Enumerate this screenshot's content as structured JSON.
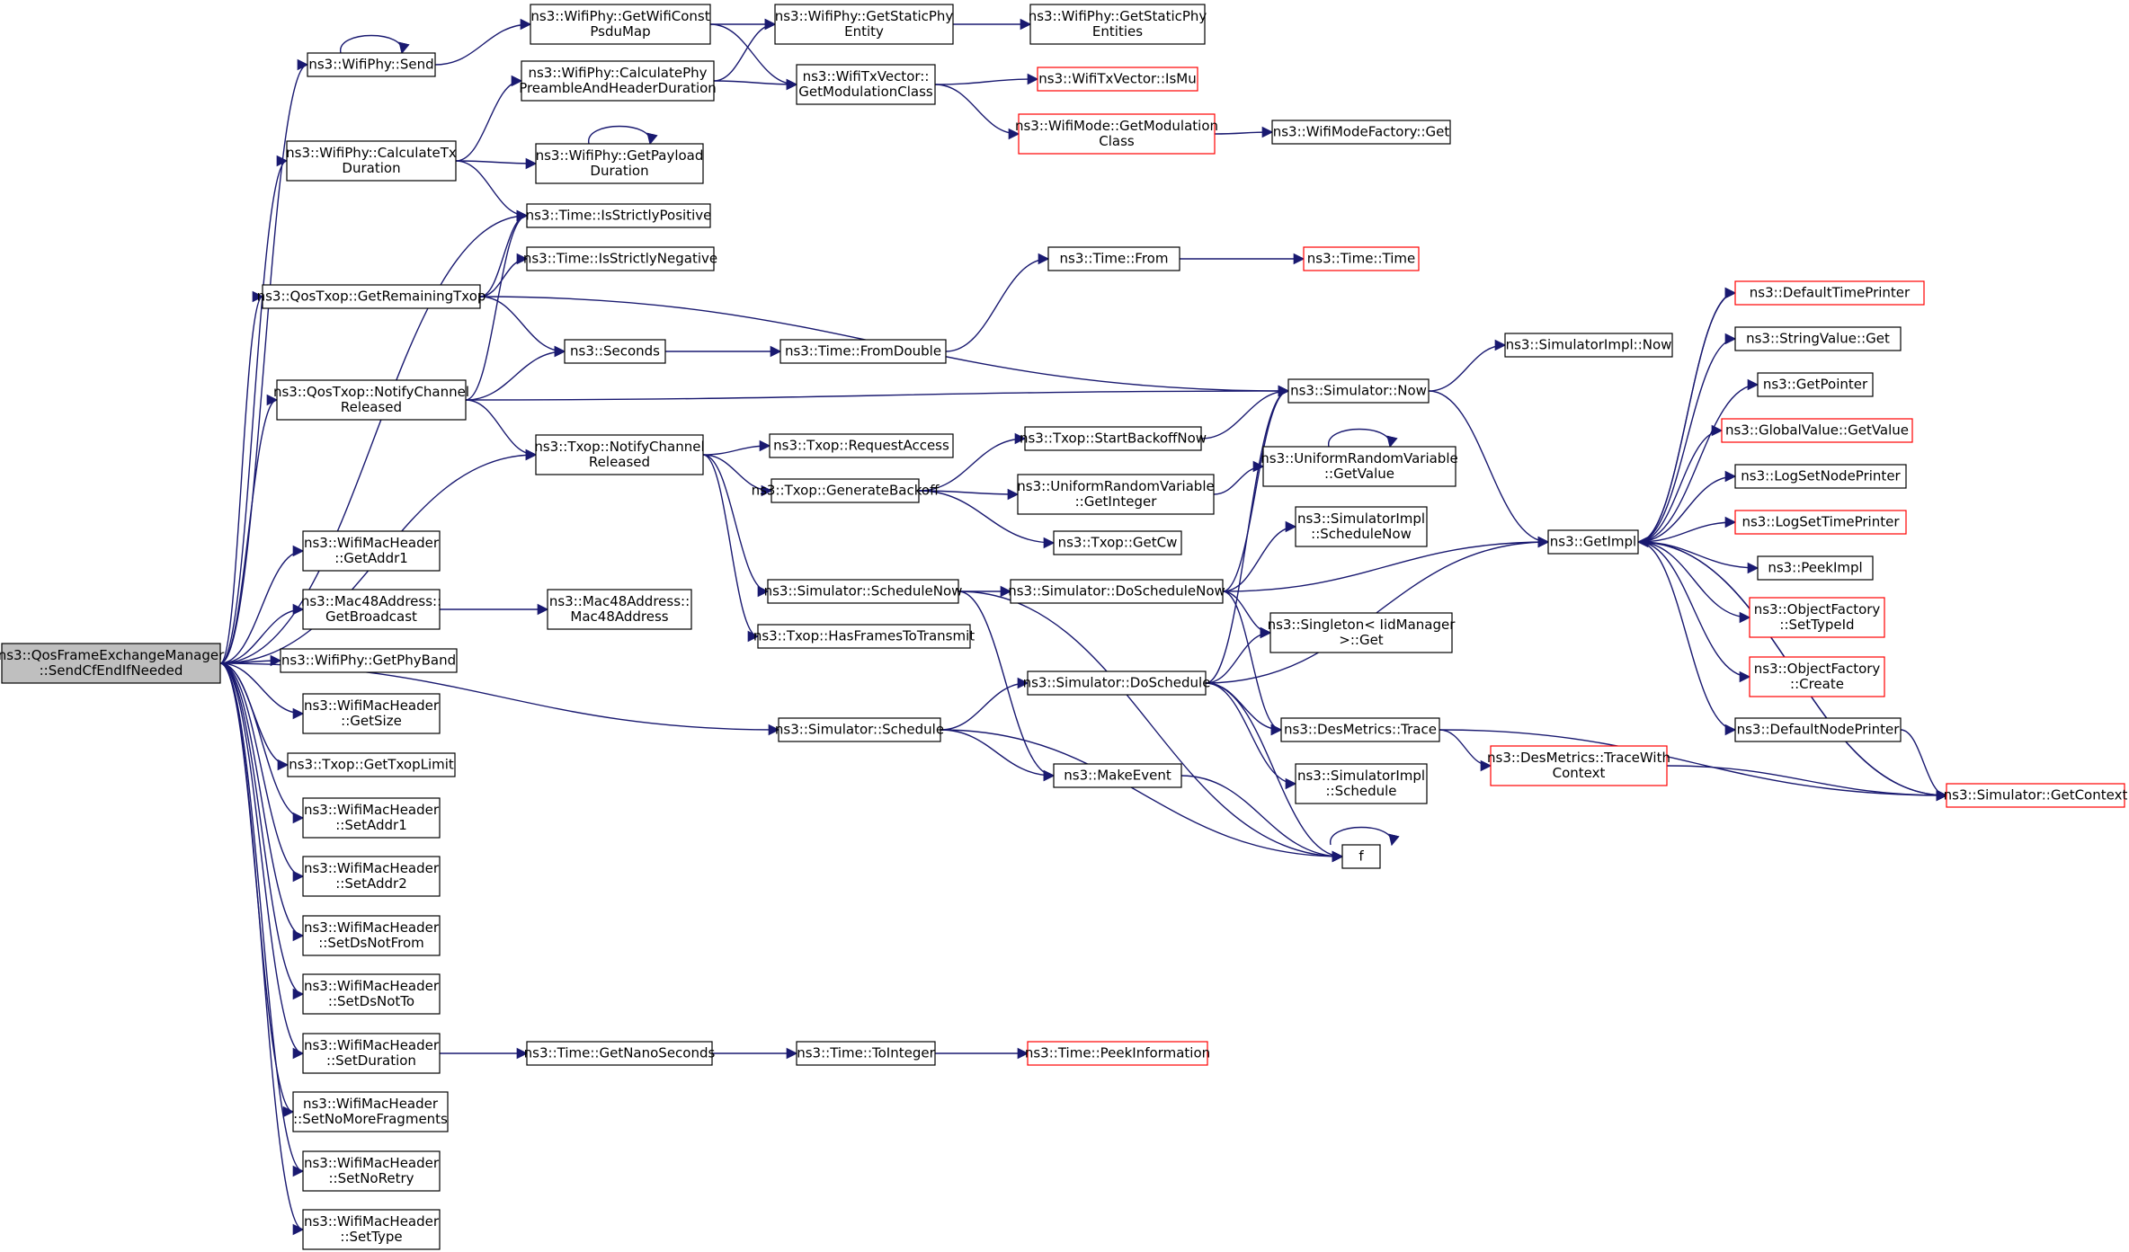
{
  "colors": {
    "edge": "#191970",
    "node_border": "#000000",
    "node_border_truncated": "#ff0000",
    "root_fill": "#bfbfbf",
    "node_fill": "#ffffff"
  },
  "nodes": [
    {
      "id": "root",
      "lines": [
        "ns3::QosFrameExchangeManager",
        "::SendCfEndIfNeeded"
      ],
      "style": "root"
    },
    {
      "id": "send",
      "lines": [
        "ns3::WifiPhy::Send"
      ],
      "style": "normal"
    },
    {
      "id": "getWifiConstPsduMap",
      "lines": [
        "ns3::WifiPhy::GetWifiConst",
        "PsduMap"
      ],
      "style": "normal"
    },
    {
      "id": "getStaticPhyEntity",
      "lines": [
        "ns3::WifiPhy::GetStaticPhy",
        "Entity"
      ],
      "style": "normal"
    },
    {
      "id": "getStaticPhyEntities",
      "lines": [
        "ns3::WifiPhy::GetStaticPhy",
        "Entities"
      ],
      "style": "normal"
    },
    {
      "id": "calcPreamble",
      "lines": [
        "ns3::WifiPhy::CalculatePhy",
        "PreambleAndHeaderDuration"
      ],
      "style": "normal"
    },
    {
      "id": "txvModClass",
      "lines": [
        "ns3::WifiTxVector::",
        "GetModulationClass"
      ],
      "style": "normal"
    },
    {
      "id": "isMu",
      "lines": [
        "ns3::WifiTxVector::IsMu"
      ],
      "style": "truncated"
    },
    {
      "id": "modeModClass",
      "lines": [
        "ns3::WifiMode::GetModulation",
        "Class"
      ],
      "style": "truncated"
    },
    {
      "id": "modeFactoryGet",
      "lines": [
        "ns3::WifiModeFactory::Get"
      ],
      "style": "normal"
    },
    {
      "id": "calcTxDuration",
      "lines": [
        "ns3::WifiPhy::CalculateTx",
        "Duration"
      ],
      "style": "normal"
    },
    {
      "id": "getPayloadDuration",
      "lines": [
        "ns3::WifiPhy::GetPayload",
        "Duration"
      ],
      "style": "normal"
    },
    {
      "id": "isStrictlyPositive",
      "lines": [
        "ns3::Time::IsStrictlyPositive"
      ],
      "style": "normal"
    },
    {
      "id": "isStrictlyNegative",
      "lines": [
        "ns3::Time::IsStrictlyNegative"
      ],
      "style": "normal"
    },
    {
      "id": "getRemainingTxop",
      "lines": [
        "ns3::QosTxop::GetRemainingTxop"
      ],
      "style": "normal"
    },
    {
      "id": "timeFrom",
      "lines": [
        "ns3::Time::From"
      ],
      "style": "normal"
    },
    {
      "id": "timeTime",
      "lines": [
        "ns3::Time::Time"
      ],
      "style": "truncated"
    },
    {
      "id": "seconds",
      "lines": [
        "ns3::Seconds"
      ],
      "style": "normal"
    },
    {
      "id": "fromDouble",
      "lines": [
        "ns3::Time::FromDouble"
      ],
      "style": "normal"
    },
    {
      "id": "qosNotify",
      "lines": [
        "ns3::QosTxop::NotifyChannel",
        "Released"
      ],
      "style": "normal"
    },
    {
      "id": "simNow",
      "lines": [
        "ns3::Simulator::Now"
      ],
      "style": "normal"
    },
    {
      "id": "implNow",
      "lines": [
        "ns3::SimulatorImpl::Now"
      ],
      "style": "normal"
    },
    {
      "id": "txopNotify",
      "lines": [
        "ns3::Txop::NotifyChannel",
        "Released"
      ],
      "style": "normal"
    },
    {
      "id": "requestAccess",
      "lines": [
        "ns3::Txop::RequestAccess"
      ],
      "style": "normal"
    },
    {
      "id": "startBackoffNow",
      "lines": [
        "ns3::Txop::StartBackoffNow"
      ],
      "style": "normal"
    },
    {
      "id": "uniformGetValue",
      "lines": [
        "ns3::UniformRandomVariable",
        "::GetValue"
      ],
      "style": "normal"
    },
    {
      "id": "generateBackoff",
      "lines": [
        "ns3::Txop::GenerateBackoff"
      ],
      "style": "normal"
    },
    {
      "id": "uniformGetInteger",
      "lines": [
        "ns3::UniformRandomVariable",
        "::GetInteger"
      ],
      "style": "normal"
    },
    {
      "id": "getCw",
      "lines": [
        "ns3::Txop::GetCw"
      ],
      "style": "normal"
    },
    {
      "id": "implScheduleNow",
      "lines": [
        "ns3::SimulatorImpl",
        "::ScheduleNow"
      ],
      "style": "normal"
    },
    {
      "id": "simScheduleNow",
      "lines": [
        "ns3::Simulator::ScheduleNow"
      ],
      "style": "normal"
    },
    {
      "id": "simDoScheduleNow",
      "lines": [
        "ns3::Simulator::DoScheduleNow"
      ],
      "style": "normal"
    },
    {
      "id": "hasFrames",
      "lines": [
        "ns3::Txop::HasFramesToTransmit"
      ],
      "style": "normal"
    },
    {
      "id": "singletonGet",
      "lines": [
        "ns3::Singleton< IidManager",
        ">::Get"
      ],
      "style": "normal"
    },
    {
      "id": "simDoSchedule",
      "lines": [
        "ns3::Simulator::DoSchedule"
      ],
      "style": "normal"
    },
    {
      "id": "simSchedule",
      "lines": [
        "ns3::Simulator::Schedule"
      ],
      "style": "normal"
    },
    {
      "id": "desTrace",
      "lines": [
        "ns3::DesMetrics::Trace"
      ],
      "style": "normal"
    },
    {
      "id": "desTraceWithContext",
      "lines": [
        "ns3::DesMetrics::TraceWith",
        "Context"
      ],
      "style": "truncated"
    },
    {
      "id": "makeEvent",
      "lines": [
        "ns3::MakeEvent"
      ],
      "style": "normal"
    },
    {
      "id": "implSchedule",
      "lines": [
        "ns3::SimulatorImpl",
        "::Schedule"
      ],
      "style": "normal"
    },
    {
      "id": "f",
      "lines": [
        "f"
      ],
      "style": "normal"
    },
    {
      "id": "getImpl",
      "lines": [
        "ns3::GetImpl"
      ],
      "style": "normal"
    },
    {
      "id": "defaultTimePrinter",
      "lines": [
        "ns3::DefaultTimePrinter"
      ],
      "style": "truncated"
    },
    {
      "id": "stringValueGet",
      "lines": [
        "ns3::StringValue::Get"
      ],
      "style": "normal"
    },
    {
      "id": "getPointer",
      "lines": [
        "ns3::GetPointer"
      ],
      "style": "normal"
    },
    {
      "id": "globalGetValue",
      "lines": [
        "ns3::GlobalValue::GetValue"
      ],
      "style": "truncated"
    },
    {
      "id": "logSetNodePrinter",
      "lines": [
        "ns3::LogSetNodePrinter"
      ],
      "style": "normal"
    },
    {
      "id": "logSetTimePrinter",
      "lines": [
        "ns3::LogSetTimePrinter"
      ],
      "style": "truncated"
    },
    {
      "id": "peekImpl",
      "lines": [
        "ns3::PeekImpl"
      ],
      "style": "normal"
    },
    {
      "id": "setTypeId",
      "lines": [
        "ns3::ObjectFactory",
        "::SetTypeId"
      ],
      "style": "truncated"
    },
    {
      "id": "factoryCreate",
      "lines": [
        "ns3::ObjectFactory",
        "::Create"
      ],
      "style": "truncated"
    },
    {
      "id": "defaultNodePrinter",
      "lines": [
        "ns3::DefaultNodePrinter"
      ],
      "style": "normal"
    },
    {
      "id": "simGetContext",
      "lines": [
        "ns3::Simulator::GetContext"
      ],
      "style": "truncated"
    },
    {
      "id": "getAddr1",
      "lines": [
        "ns3::WifiMacHeader",
        "::GetAddr1"
      ],
      "style": "normal"
    },
    {
      "id": "getBroadcast",
      "lines": [
        "ns3::Mac48Address::",
        "GetBroadcast"
      ],
      "style": "normal"
    },
    {
      "id": "mac48Address",
      "lines": [
        "ns3::Mac48Address::",
        "Mac48Address"
      ],
      "style": "normal"
    },
    {
      "id": "getPhyBand",
      "lines": [
        "ns3::WifiPhy::GetPhyBand"
      ],
      "style": "normal"
    },
    {
      "id": "getSize",
      "lines": [
        "ns3::WifiMacHeader",
        "::GetSize"
      ],
      "style": "normal"
    },
    {
      "id": "getTxopLimit",
      "lines": [
        "ns3::Txop::GetTxopLimit"
      ],
      "style": "normal"
    },
    {
      "id": "setAddr1",
      "lines": [
        "ns3::WifiMacHeader",
        "::SetAddr1"
      ],
      "style": "normal"
    },
    {
      "id": "setAddr2",
      "lines": [
        "ns3::WifiMacHeader",
        "::SetAddr2"
      ],
      "style": "normal"
    },
    {
      "id": "setDsNotFrom",
      "lines": [
        "ns3::WifiMacHeader",
        "::SetDsNotFrom"
      ],
      "style": "normal"
    },
    {
      "id": "setDsNotTo",
      "lines": [
        "ns3::WifiMacHeader",
        "::SetDsNotTo"
      ],
      "style": "normal"
    },
    {
      "id": "setDuration",
      "lines": [
        "ns3::WifiMacHeader",
        "::SetDuration"
      ],
      "style": "normal"
    },
    {
      "id": "getNanoSeconds",
      "lines": [
        "ns3::Time::GetNanoSeconds"
      ],
      "style": "normal"
    },
    {
      "id": "toInteger",
      "lines": [
        "ns3::Time::ToInteger"
      ],
      "style": "normal"
    },
    {
      "id": "peekInformation",
      "lines": [
        "ns3::Time::PeekInformation"
      ],
      "style": "truncated"
    },
    {
      "id": "setNoMoreFragments",
      "lines": [
        "ns3::WifiMacHeader",
        "::SetNoMoreFragments"
      ],
      "style": "normal"
    },
    {
      "id": "setNoRetry",
      "lines": [
        "ns3::WifiMacHeader",
        "::SetNoRetry"
      ],
      "style": "normal"
    },
    {
      "id": "setType",
      "lines": [
        "ns3::WifiMacHeader",
        "::SetType"
      ],
      "style": "normal"
    }
  ],
  "edges": [
    [
      "root",
      "send"
    ],
    [
      "root",
      "calcTxDuration"
    ],
    [
      "root",
      "isStrictlyPositive"
    ],
    [
      "root",
      "getRemainingTxop"
    ],
    [
      "root",
      "qosNotify"
    ],
    [
      "root",
      "txopNotify"
    ],
    [
      "root",
      "simSchedule"
    ],
    [
      "root",
      "getAddr1"
    ],
    [
      "root",
      "getBroadcast"
    ],
    [
      "root",
      "getPhyBand"
    ],
    [
      "root",
      "getSize"
    ],
    [
      "root",
      "getTxopLimit"
    ],
    [
      "root",
      "setAddr1"
    ],
    [
      "root",
      "setAddr2"
    ],
    [
      "root",
      "setDsNotFrom"
    ],
    [
      "root",
      "setDsNotTo"
    ],
    [
      "root",
      "setDuration"
    ],
    [
      "root",
      "setNoMoreFragments"
    ],
    [
      "root",
      "setNoRetry"
    ],
    [
      "root",
      "setType"
    ],
    [
      "send",
      "send"
    ],
    [
      "send",
      "getWifiConstPsduMap"
    ],
    [
      "getWifiConstPsduMap",
      "getStaticPhyEntity"
    ],
    [
      "getWifiConstPsduMap",
      "txvModClass"
    ],
    [
      "getStaticPhyEntity",
      "getStaticPhyEntities"
    ],
    [
      "calcPreamble",
      "getStaticPhyEntity"
    ],
    [
      "calcPreamble",
      "txvModClass"
    ],
    [
      "txvModClass",
      "isMu"
    ],
    [
      "txvModClass",
      "modeModClass"
    ],
    [
      "modeModClass",
      "modeFactoryGet"
    ],
    [
      "calcTxDuration",
      "calcPreamble"
    ],
    [
      "calcTxDuration",
      "getPayloadDuration"
    ],
    [
      "calcTxDuration",
      "isStrictlyPositive"
    ],
    [
      "getPayloadDuration",
      "getPayloadDuration"
    ],
    [
      "getRemainingTxop",
      "isStrictlyPositive"
    ],
    [
      "getRemainingTxop",
      "isStrictlyNegative"
    ],
    [
      "getRemainingTxop",
      "seconds"
    ],
    [
      "getRemainingTxop",
      "simNow"
    ],
    [
      "qosNotify",
      "isStrictlyPositive"
    ],
    [
      "qosNotify",
      "seconds"
    ],
    [
      "qosNotify",
      "simNow"
    ],
    [
      "qosNotify",
      "txopNotify"
    ],
    [
      "seconds",
      "fromDouble"
    ],
    [
      "fromDouble",
      "timeFrom"
    ],
    [
      "timeFrom",
      "timeTime"
    ],
    [
      "simNow",
      "implNow"
    ],
    [
      "simNow",
      "getImpl"
    ],
    [
      "txopNotify",
      "requestAccess"
    ],
    [
      "txopNotify",
      "generateBackoff"
    ],
    [
      "txopNotify",
      "simScheduleNow"
    ],
    [
      "txopNotify",
      "hasFrames"
    ],
    [
      "generateBackoff",
      "startBackoffNow"
    ],
    [
      "generateBackoff",
      "uniformGetInteger"
    ],
    [
      "generateBackoff",
      "getCw"
    ],
    [
      "startBackoffNow",
      "simNow"
    ],
    [
      "uniformGetInteger",
      "uniformGetValue"
    ],
    [
      "uniformGetValue",
      "uniformGetValue"
    ],
    [
      "simScheduleNow",
      "simDoScheduleNow"
    ],
    [
      "simScheduleNow",
      "makeEvent"
    ],
    [
      "simScheduleNow",
      "f"
    ],
    [
      "simDoScheduleNow",
      "simNow"
    ],
    [
      "simDoScheduleNow",
      "implScheduleNow"
    ],
    [
      "simDoScheduleNow",
      "getImpl"
    ],
    [
      "simDoScheduleNow",
      "singletonGet"
    ],
    [
      "simDoScheduleNow",
      "desTrace"
    ],
    [
      "simSchedule",
      "simDoSchedule"
    ],
    [
      "simSchedule",
      "makeEvent"
    ],
    [
      "simSchedule",
      "f"
    ],
    [
      "simDoSchedule",
      "simNow"
    ],
    [
      "simDoSchedule",
      "singletonGet"
    ],
    [
      "simDoSchedule",
      "getImpl"
    ],
    [
      "simDoSchedule",
      "desTrace"
    ],
    [
      "simDoSchedule",
      "implSchedule"
    ],
    [
      "simDoSchedule",
      "f"
    ],
    [
      "makeEvent",
      "f"
    ],
    [
      "f",
      "f"
    ],
    [
      "desTrace",
      "desTraceWithContext"
    ],
    [
      "desTrace",
      "simGetContext"
    ],
    [
      "desTraceWithContext",
      "simGetContext"
    ],
    [
      "getImpl",
      "defaultTimePrinter"
    ],
    [
      "getImpl",
      "stringValueGet"
    ],
    [
      "getImpl",
      "getPointer"
    ],
    [
      "getImpl",
      "globalGetValue"
    ],
    [
      "getImpl",
      "logSetNodePrinter"
    ],
    [
      "getImpl",
      "logSetTimePrinter"
    ],
    [
      "getImpl",
      "peekImpl"
    ],
    [
      "getImpl",
      "setTypeId"
    ],
    [
      "getImpl",
      "factoryCreate"
    ],
    [
      "getImpl",
      "defaultNodePrinter"
    ],
    [
      "getImpl",
      "simGetContext"
    ],
    [
      "defaultNodePrinter",
      "simGetContext"
    ],
    [
      "simGetContext",
      "getImpl"
    ],
    [
      "getImpl",
      "defaultTimePrinter"
    ],
    [
      "getBroadcast",
      "mac48Address"
    ],
    [
      "setDuration",
      "getNanoSeconds"
    ],
    [
      "getNanoSeconds",
      "toInteger"
    ],
    [
      "toInteger",
      "peekInformation"
    ]
  ]
}
